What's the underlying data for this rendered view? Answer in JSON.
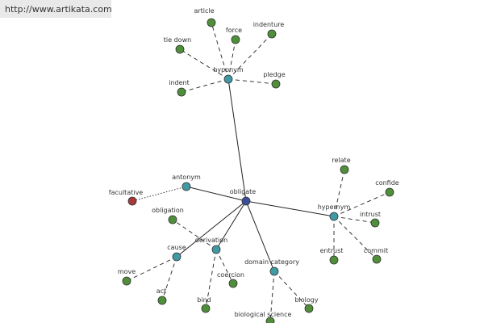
{
  "banner": {
    "url_text": "http://www.artikata.com"
  },
  "colors": {
    "center": "#3a4f9a",
    "relation": "#3f9aa4",
    "leaf": "#4f8f3a",
    "antonym_leaf": "#a8383a",
    "edge": "#222222"
  },
  "graph": {
    "nodes": [
      {
        "id": "obligate",
        "label": "obligate",
        "kind": "center"
      },
      {
        "id": "hyponym",
        "label": "hyponym",
        "kind": "relation"
      },
      {
        "id": "antonym",
        "label": "antonym",
        "kind": "relation"
      },
      {
        "id": "hypernym",
        "label": "hypernym",
        "kind": "relation"
      },
      {
        "id": "cause",
        "label": "cause",
        "kind": "relation"
      },
      {
        "id": "derivation",
        "label": "derivation",
        "kind": "relation"
      },
      {
        "id": "domain-category",
        "label": "domain category",
        "kind": "relation"
      },
      {
        "id": "article",
        "label": "article",
        "kind": "leaf"
      },
      {
        "id": "force",
        "label": "force",
        "kind": "leaf"
      },
      {
        "id": "indenture",
        "label": "indenture",
        "kind": "leaf"
      },
      {
        "id": "tie-down",
        "label": "tie down",
        "kind": "leaf"
      },
      {
        "id": "pledge",
        "label": "pledge",
        "kind": "leaf"
      },
      {
        "id": "indent",
        "label": "indent",
        "kind": "leaf"
      },
      {
        "id": "facultative",
        "label": "facultative",
        "kind": "antonym_leaf"
      },
      {
        "id": "relate",
        "label": "relate",
        "kind": "leaf"
      },
      {
        "id": "confide",
        "label": "confide",
        "kind": "leaf"
      },
      {
        "id": "intrust",
        "label": "intrust",
        "kind": "leaf"
      },
      {
        "id": "entrust",
        "label": "entrust",
        "kind": "leaf"
      },
      {
        "id": "commit",
        "label": "commit",
        "kind": "leaf"
      },
      {
        "id": "obligation",
        "label": "obligation",
        "kind": "leaf"
      },
      {
        "id": "move",
        "label": "move",
        "kind": "leaf"
      },
      {
        "id": "act",
        "label": "act",
        "kind": "leaf"
      },
      {
        "id": "bind",
        "label": "bind",
        "kind": "leaf"
      },
      {
        "id": "coercion",
        "label": "coercion",
        "kind": "leaf"
      },
      {
        "id": "biology",
        "label": "biology",
        "kind": "leaf"
      },
      {
        "id": "biological-science",
        "label": "biological science",
        "kind": "leaf"
      }
    ],
    "edges": [
      {
        "from": "obligate",
        "to": "hyponym",
        "style": "solid"
      },
      {
        "from": "obligate",
        "to": "antonym",
        "style": "solid"
      },
      {
        "from": "obligate",
        "to": "hypernym",
        "style": "solid"
      },
      {
        "from": "obligate",
        "to": "cause",
        "style": "solid"
      },
      {
        "from": "obligate",
        "to": "derivation",
        "style": "solid"
      },
      {
        "from": "obligate",
        "to": "domain-category",
        "style": "solid"
      },
      {
        "from": "hyponym",
        "to": "article",
        "style": "dashed"
      },
      {
        "from": "hyponym",
        "to": "force",
        "style": "dashed"
      },
      {
        "from": "hyponym",
        "to": "indenture",
        "style": "dashed"
      },
      {
        "from": "hyponym",
        "to": "tie-down",
        "style": "dashed"
      },
      {
        "from": "hyponym",
        "to": "pledge",
        "style": "dashed"
      },
      {
        "from": "hyponym",
        "to": "indent",
        "style": "dashed"
      },
      {
        "from": "antonym",
        "to": "facultative",
        "style": "dotted"
      },
      {
        "from": "hypernym",
        "to": "relate",
        "style": "dashed"
      },
      {
        "from": "hypernym",
        "to": "confide",
        "style": "dashed"
      },
      {
        "from": "hypernym",
        "to": "intrust",
        "style": "dashed"
      },
      {
        "from": "hypernym",
        "to": "entrust",
        "style": "dashed"
      },
      {
        "from": "hypernym",
        "to": "commit",
        "style": "dashed"
      },
      {
        "from": "derivation",
        "to": "obligation",
        "style": "dashed"
      },
      {
        "from": "derivation",
        "to": "bind",
        "style": "dashed"
      },
      {
        "from": "derivation",
        "to": "coercion",
        "style": "dashed"
      },
      {
        "from": "cause",
        "to": "move",
        "style": "dashed"
      },
      {
        "from": "cause",
        "to": "act",
        "style": "dashed"
      },
      {
        "from": "domain-category",
        "to": "biology",
        "style": "dashed"
      },
      {
        "from": "domain-category",
        "to": "biological-science",
        "style": "dashed"
      }
    ]
  }
}
